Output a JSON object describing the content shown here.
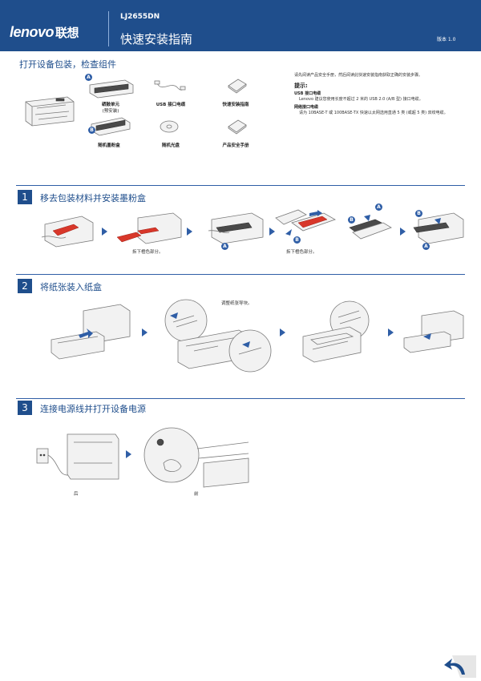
{
  "header": {
    "brand": "lenovo",
    "brand_cn": "联想",
    "model": "LJ2655DN",
    "title": "快速安装指南",
    "version": "版本 1.0"
  },
  "unpack": {
    "title": "打开设备包装，检查组件",
    "items": [
      {
        "badge": "A",
        "label": "硒鼓单元",
        "sub": "(预安装)"
      },
      {
        "label": "USB 接口电缆"
      },
      {
        "label": "快速安装指南"
      },
      {
        "badge": "B",
        "label": "随机墨粉盒"
      },
      {
        "label": "随机光盘"
      },
      {
        "label": "产品安全手册"
      }
    ],
    "intro": "请先阅读产品安全手册，然后阅读此快速安装指南获取正确的安装步骤。",
    "tips_title": "提示:",
    "notes": [
      {
        "heading": "USB 接口电缆",
        "text": "Lenovo 建议您使用长度不超过 2 米的 USB 2.0 (A/B 型) 接口电缆。"
      },
      {
        "heading": "网络接口电缆",
        "text": "请为 10BASE-T 或 100BASE-TX 快速以太网选用直通 5 类 (或超 5 类) 双绞电缆。"
      }
    ]
  },
  "steps": [
    {
      "number": "1",
      "title": "移去包装材料并安装墨粉盒",
      "captions": [
        "拆下橙色部分。",
        "拆下橙色部分。"
      ],
      "badges": [
        "A",
        "B",
        "B",
        "A",
        "B",
        "A"
      ]
    },
    {
      "number": "2",
      "title": "将纸张装入纸盒",
      "captions": [
        "调整纸张导块。"
      ]
    },
    {
      "number": "3",
      "title": "连接电源线并打开设备电源",
      "captions": [
        "后",
        "前"
      ]
    }
  ],
  "colors": {
    "brand_blue": "#1f4e8c",
    "accent_blue": "#2f5ea6",
    "orange_part": "#d8372a"
  },
  "footer": {
    "icon": "return-arrow-icon"
  }
}
